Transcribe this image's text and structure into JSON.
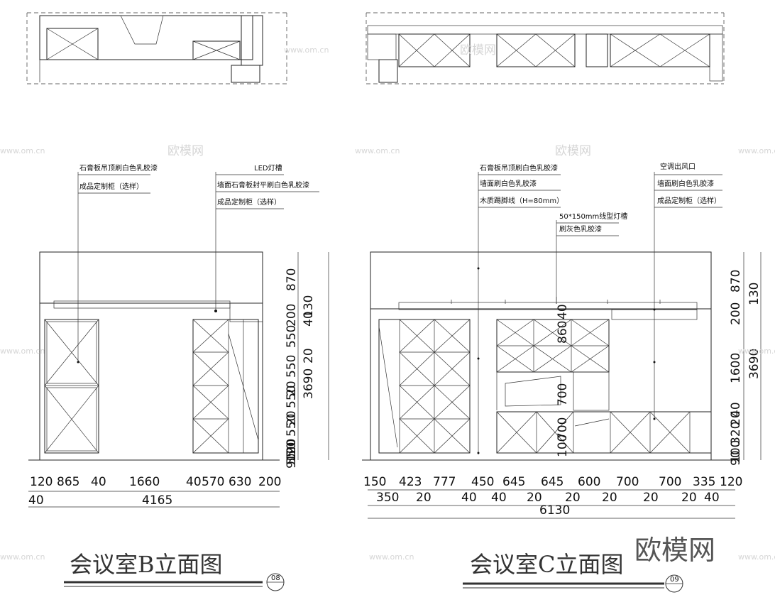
{
  "drawings": [
    {
      "title": "会议室B立面图",
      "sheet_no": "08",
      "notes_left": [
        "石膏板吊顶刷白色乳胶漆",
        "成品定制柜（选样）"
      ],
      "notes_right": [
        "LED灯槽",
        "墙面石膏板封平刷白色乳胶漆",
        "成品定制柜（选样）"
      ],
      "dims_top": [
        "120",
        "865",
        "40",
        "1660",
        "40",
        "570",
        "630",
        "200"
      ],
      "dims_bottom": [
        "40"
      ],
      "total_width": "4165",
      "dims_vertical": [
        "870",
        "200",
        "550",
        "550",
        "20",
        "550",
        "20",
        "550",
        "20",
        "550",
        "90",
        "100"
      ],
      "dims_vertical_b": [
        "40",
        "130",
        "20",
        "3690"
      ]
    },
    {
      "title": "会议室C立面图",
      "sheet_no": "09",
      "notes_left": [
        "石膏板吊顶刷白色乳胶漆",
        "墙面刷白色乳胶漆",
        "木质踢脚线（H=80mm）"
      ],
      "notes_mid": [
        "50*150mm线型灯槽",
        "刷灰色乳胶漆"
      ],
      "notes_right": [
        "空调出风口",
        "墙面刷白色乳胶漆",
        "成品定制柜（选样）"
      ],
      "dims_top": [
        "150",
        "423",
        "777",
        "450",
        "645",
        "645",
        "600",
        "700",
        "700",
        "335",
        "120"
      ],
      "dims_bottom": [
        "350",
        "20",
        "40",
        "40",
        "20",
        "20",
        "20",
        "20",
        "20",
        "40"
      ],
      "total_width": "6130",
      "dims_vertical": [
        "870",
        "200",
        "1600",
        "90",
        "320",
        "100",
        "20",
        "40"
      ],
      "dims_vertical_b": [
        "130",
        "3690"
      ],
      "dims_inner": [
        "860",
        "40",
        "700",
        "700",
        "100"
      ]
    }
  ],
  "watermark": "www.om.cn",
  "watermark_logo": "欧模网",
  "logo": "欧模网"
}
